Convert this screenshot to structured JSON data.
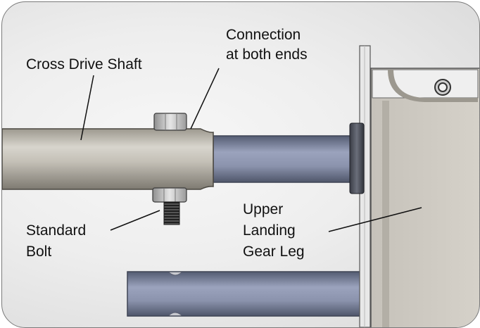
{
  "labels": {
    "cross_drive_shaft": "Cross Drive Shaft",
    "connection_line1": "Connection",
    "connection_line2": "at both ends",
    "standard_line1": "Standard",
    "standard_line2": "Bolt",
    "upper_line1": "Upper",
    "upper_line2": "Landing",
    "upper_line3": "Gear Leg"
  }
}
